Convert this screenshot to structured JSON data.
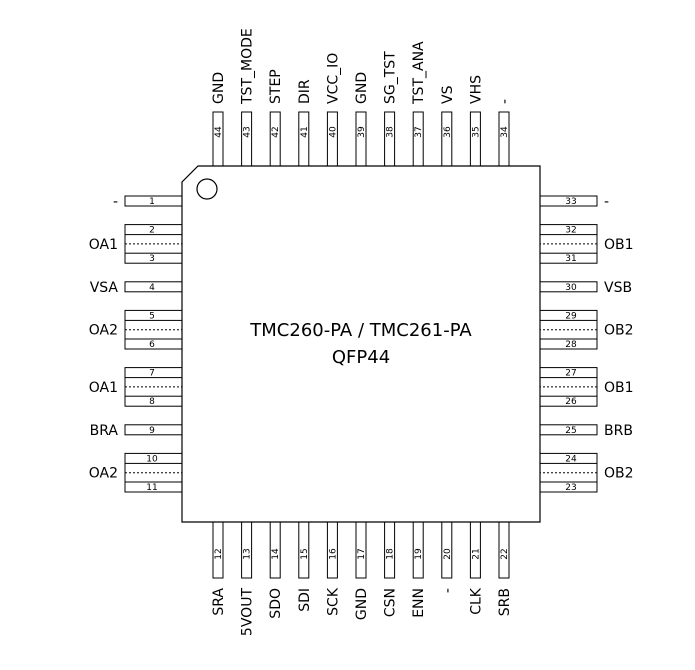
{
  "chip": {
    "title_line1": "TMC260-PA / TMC261-PA",
    "title_line2": "QFP44"
  },
  "left_pins": [
    {
      "num": "1",
      "label": "-"
    },
    {
      "num": "2",
      "label": ""
    },
    {
      "num": "3",
      "label": ""
    },
    {
      "num": "4",
      "label": "VSA"
    },
    {
      "num": "5",
      "label": ""
    },
    {
      "num": "6",
      "label": ""
    },
    {
      "num": "7",
      "label": ""
    },
    {
      "num": "8",
      "label": ""
    },
    {
      "num": "9",
      "label": "BRA"
    },
    {
      "num": "10",
      "label": ""
    },
    {
      "num": "11",
      "label": ""
    }
  ],
  "left_groups": [
    {
      "label": "OA1",
      "pins": [
        "2",
        "3"
      ]
    },
    {
      "label": "OA2",
      "pins": [
        "5",
        "6"
      ]
    },
    {
      "label": "OA1",
      "pins": [
        "7",
        "8"
      ]
    },
    {
      "label": "OA2",
      "pins": [
        "10",
        "11"
      ]
    }
  ],
  "right_pins": [
    {
      "num": "33",
      "label": "-"
    },
    {
      "num": "32",
      "label": ""
    },
    {
      "num": "31",
      "label": ""
    },
    {
      "num": "30",
      "label": "VSB"
    },
    {
      "num": "29",
      "label": ""
    },
    {
      "num": "28",
      "label": ""
    },
    {
      "num": "27",
      "label": ""
    },
    {
      "num": "26",
      "label": ""
    },
    {
      "num": "25",
      "label": "BRB"
    },
    {
      "num": "24",
      "label": ""
    },
    {
      "num": "23",
      "label": ""
    }
  ],
  "right_groups": [
    {
      "label": "OB1",
      "pins": [
        "32",
        "31"
      ]
    },
    {
      "label": "OB2",
      "pins": [
        "29",
        "28"
      ]
    },
    {
      "label": "OB1",
      "pins": [
        "27",
        "26"
      ]
    },
    {
      "label": "OB2",
      "pins": [
        "24",
        "23"
      ]
    }
  ],
  "top_pins": [
    {
      "num": "44",
      "label": "GND"
    },
    {
      "num": "43",
      "label": "TST_MODE"
    },
    {
      "num": "42",
      "label": "STEP"
    },
    {
      "num": "41",
      "label": "DIR"
    },
    {
      "num": "40",
      "label": "VCC_IO"
    },
    {
      "num": "39",
      "label": "GND"
    },
    {
      "num": "38",
      "label": "SG_TST"
    },
    {
      "num": "37",
      "label": "TST_ANA"
    },
    {
      "num": "36",
      "label": "VS"
    },
    {
      "num": "35",
      "label": "VHS"
    },
    {
      "num": "34",
      "label": "-"
    }
  ],
  "bottom_pins": [
    {
      "num": "12",
      "label": "SRA"
    },
    {
      "num": "13",
      "label": "5VOUT"
    },
    {
      "num": "14",
      "label": "SDO"
    },
    {
      "num": "15",
      "label": "SDI"
    },
    {
      "num": "16",
      "label": "SCK"
    },
    {
      "num": "17",
      "label": "GND"
    },
    {
      "num": "18",
      "label": "CSN"
    },
    {
      "num": "19",
      "label": "ENN"
    },
    {
      "num": "20",
      "label": "-"
    },
    {
      "num": "21",
      "label": "CLK"
    },
    {
      "num": "22",
      "label": "SRB"
    }
  ]
}
